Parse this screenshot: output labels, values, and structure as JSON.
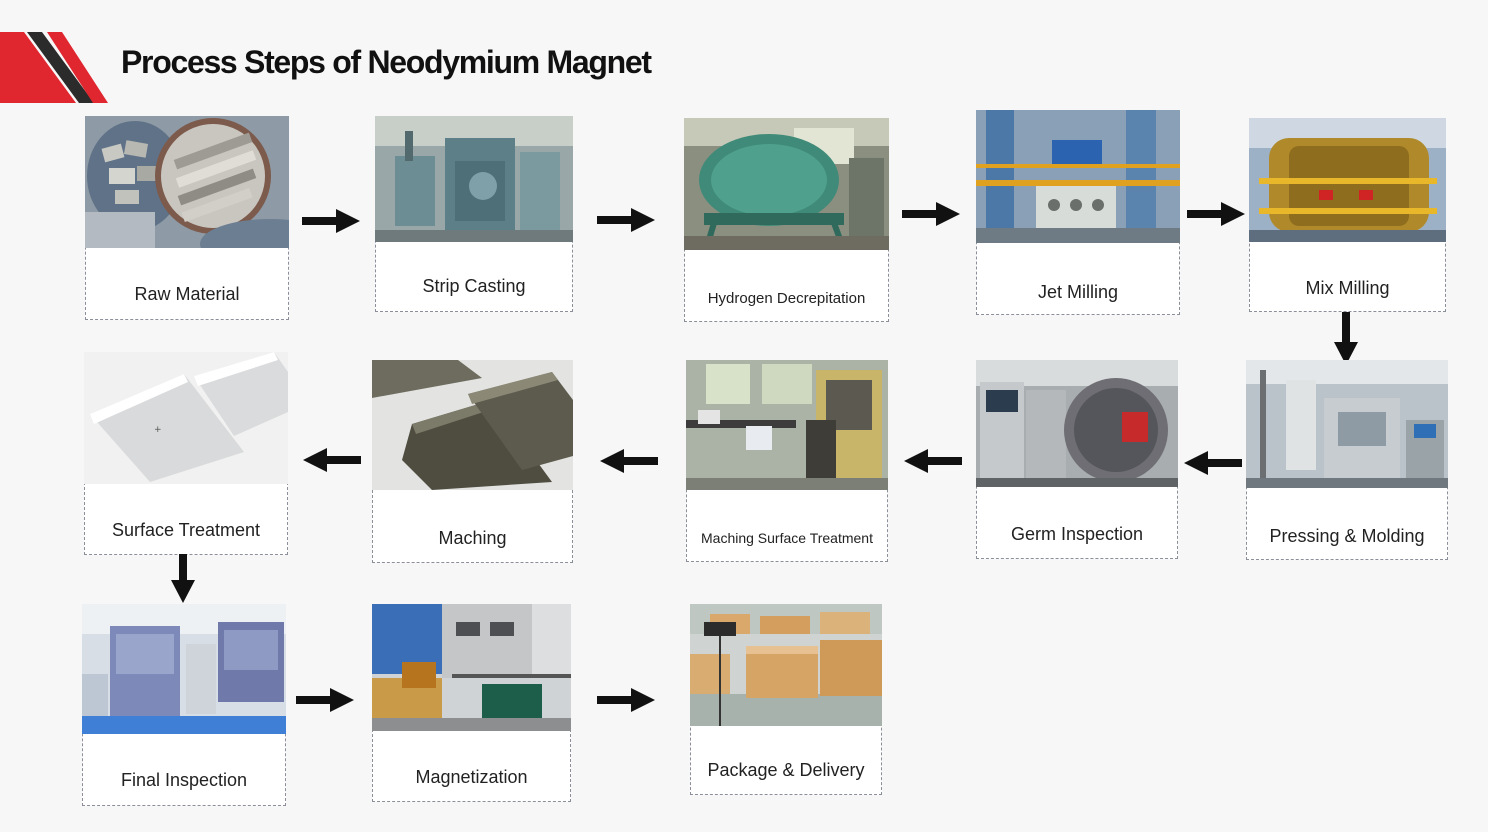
{
  "header": {
    "title": "Process Steps of Neodymium Magnet",
    "logo": "red-black-diagonal-stripes"
  },
  "colors": {
    "accent": "#e0262f",
    "dark": "#2b2b2b",
    "arrow": "#111111"
  },
  "steps": [
    {
      "label": "Raw Material",
      "icon": "raw-material-photo"
    },
    {
      "label": "Strip Casting",
      "icon": "strip-casting-furnace-photo"
    },
    {
      "label": "Hydrogen Decrepitation",
      "icon": "hydrogen-decrepitation-machine-photo"
    },
    {
      "label": "Jet Milling",
      "icon": "jet-milling-plant-photo"
    },
    {
      "label": "Mix Milling",
      "icon": "mix-milling-drum-photo"
    },
    {
      "label": "Pressing & Molding",
      "icon": "pressing-molding-press-photo"
    },
    {
      "label": "Germ Inspection",
      "icon": "sintering-furnace-photo"
    },
    {
      "label": "Maching Surface Treatment",
      "icon": "machining-workshop-photo"
    },
    {
      "label": "Maching",
      "icon": "magnet-blocks-photo"
    },
    {
      "label": "Surface Treatment",
      "icon": "coated-magnets-photo"
    },
    {
      "label": "Final Inspection",
      "icon": "test-chambers-photo"
    },
    {
      "label": "Magnetization",
      "icon": "magnetizer-bench-photo"
    },
    {
      "label": "Package & Delivery",
      "icon": "boxed-pallets-photo"
    }
  ]
}
